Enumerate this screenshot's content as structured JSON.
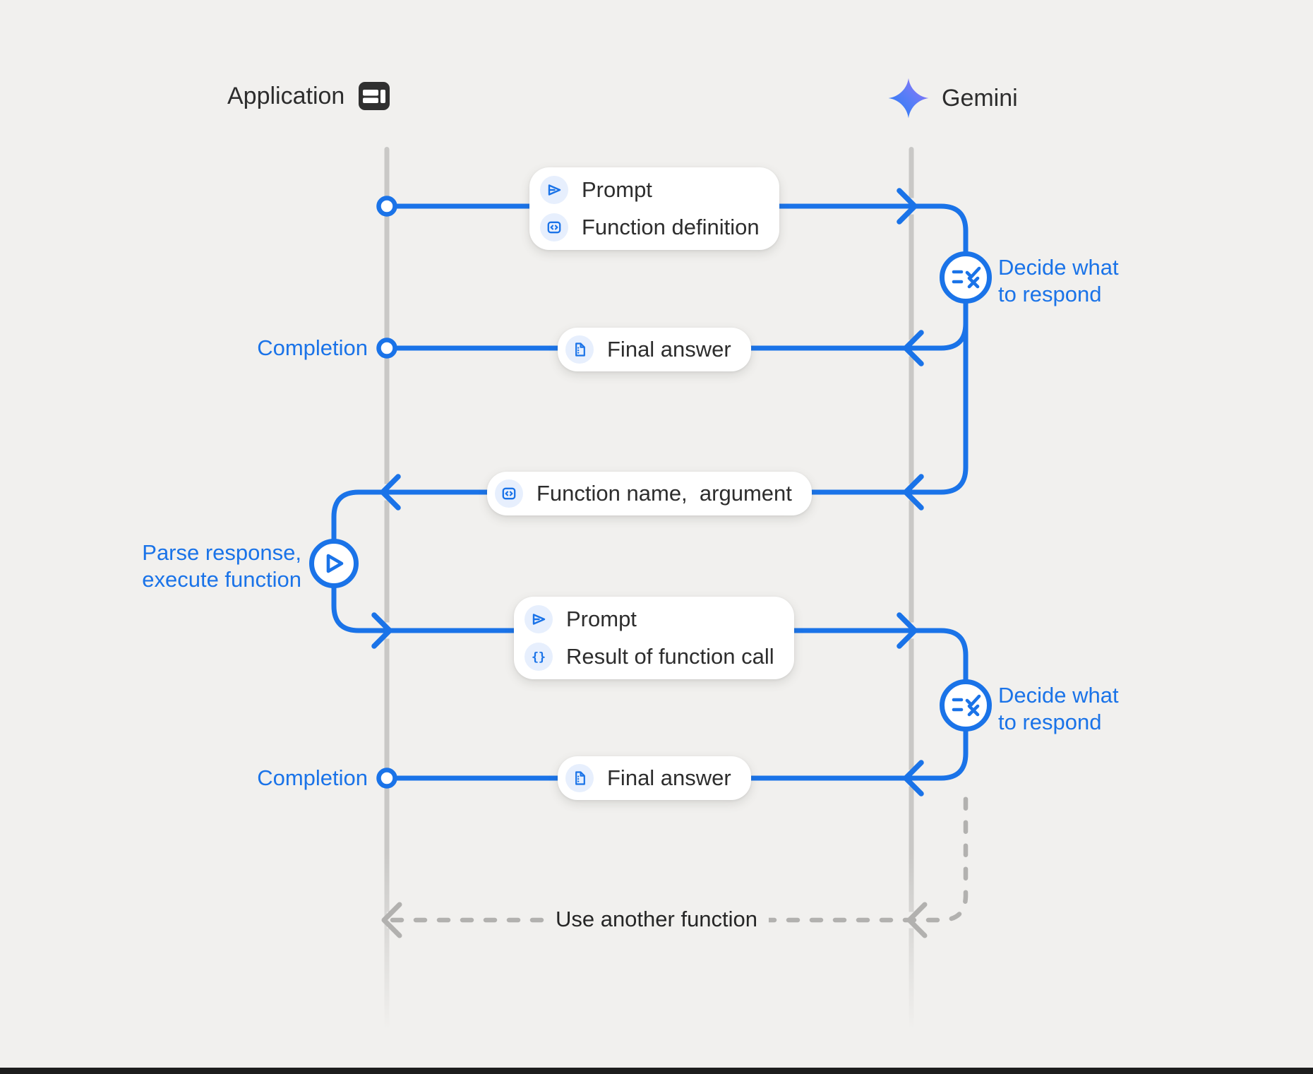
{
  "colors": {
    "background": "#f1f0ee",
    "blue": "#1a73e8",
    "chip_bg": "#e7effd",
    "lifeline_gray": "#c9c8c6",
    "dashed_gray": "#b2b1af",
    "text_dark": "#2d2d2d",
    "box_bg": "#ffffff"
  },
  "header": {
    "application_label": "Application",
    "gemini_label": "Gemini"
  },
  "labels": {
    "completion_1": "Completion",
    "completion_2": "Completion",
    "decide_1_line1": "Decide what",
    "decide_1_line2": "to respond",
    "decide_2_line1": "Decide what",
    "decide_2_line2": "to respond",
    "parse_line1": "Parse response,",
    "parse_line2": "execute function",
    "use_another_function": "Use another function"
  },
  "boxes": {
    "prompt_function_definition": {
      "rows": [
        {
          "icon": "send-icon",
          "label": "Prompt"
        },
        {
          "icon": "code-icon",
          "label": "Function definition"
        }
      ]
    },
    "final_answer_1": {
      "rows": [
        {
          "icon": "document-icon",
          "label": "Final answer"
        }
      ]
    },
    "function_name_argument": {
      "rows": [
        {
          "icon": "code-icon",
          "label": "Function name,  argument"
        }
      ]
    },
    "prompt_result_of_function_call": {
      "rows": [
        {
          "icon": "send-icon",
          "label": "Prompt"
        },
        {
          "icon": "braces-icon",
          "label": "Result of function call"
        }
      ]
    },
    "final_answer_2": {
      "rows": [
        {
          "icon": "document-icon",
          "label": "Final answer"
        }
      ]
    }
  }
}
